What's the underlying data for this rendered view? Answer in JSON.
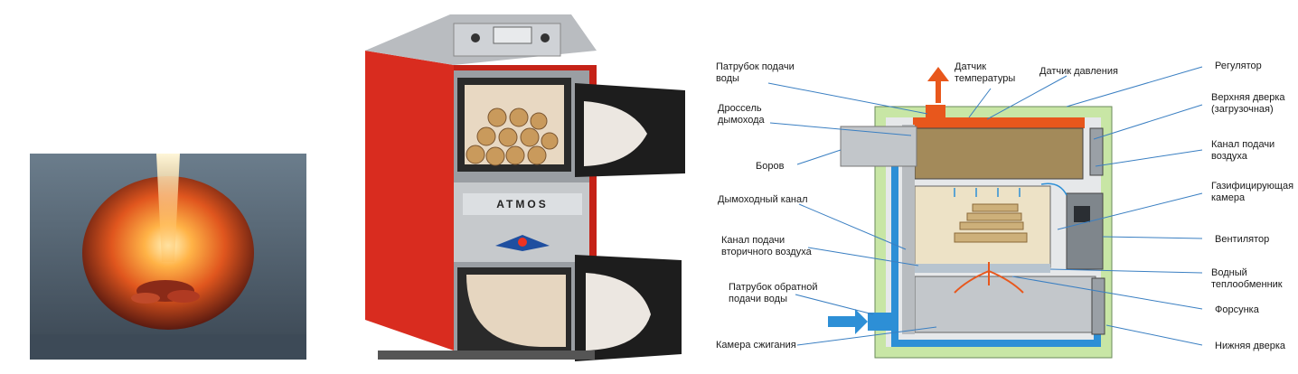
{
  "left_photo": {
    "icon": "combustion-nozzle-photo"
  },
  "middle_photo": {
    "brand": "ATMOS",
    "icon": "boiler-photo"
  },
  "diagram": {
    "labels": {
      "inlet_pipe": "Патрубок подачи воды",
      "temp_sensor": "Датчик температуры",
      "pressure_sensor": "Датчик давления",
      "regulator": "Регулятор",
      "flue_throttle": "Дроссель дымохода",
      "upper_door": "Верхняя дверка (загрузочная)",
      "flue_duct": "Боров",
      "air_channel": "Канал подачи воздуха",
      "chimney_channel": "Дымоходный канал",
      "gasification_chamber": "Газифицирующая камера",
      "secondary_air": "Канал подачи вторичного воздуха",
      "fan": "Вентилятор",
      "return_pipe": "Патрубок обратной подачи воды",
      "water_exchanger": "Водный теплообменник",
      "nozzle": "Форсунка",
      "combustion_chamber": "Камера сжигания",
      "lower_door": "Нижняя дверка"
    }
  },
  "colors": {
    "hot": "#e8571c",
    "cold": "#2d8fd6",
    "casing_green": "#c8e6a5",
    "boiler_red": "#d92c1f",
    "leader": "#3a7fc2"
  }
}
